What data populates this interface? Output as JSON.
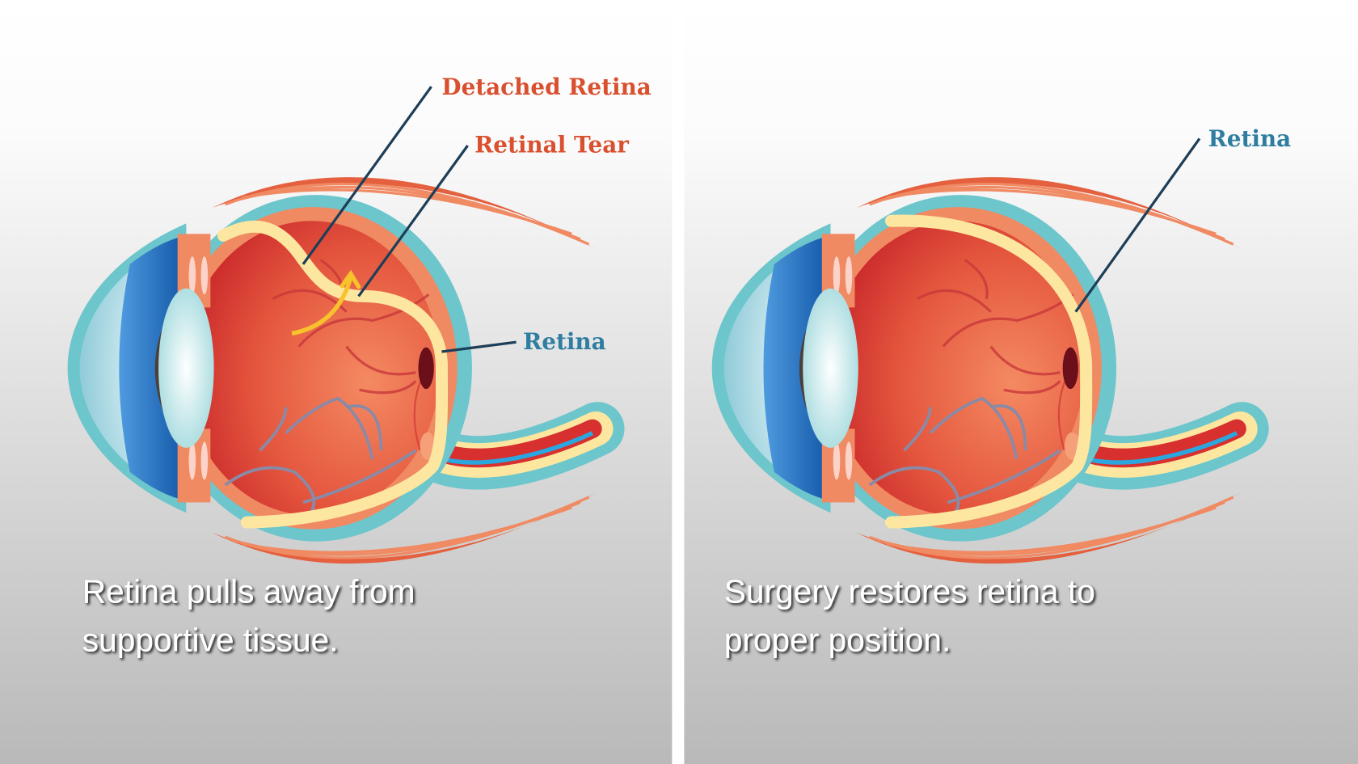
{
  "left_panel": {
    "labels": {
      "detached_retina": "Detached Retina",
      "retinal_tear": "Retinal Tear",
      "retina": "Retina"
    },
    "caption": [
      "Retina pulls away from",
      "supportive tissue."
    ]
  },
  "right_panel": {
    "labels": {
      "retina": "Retina"
    },
    "caption": [
      "Surgery restores retina to",
      "proper position."
    ]
  },
  "colors": {
    "warning_label": "#d9502f",
    "retina_label": "#2f7ea1",
    "leader_line": "#1d3e58",
    "retina": "#fde7a0",
    "sclera": "#6cc6cc"
  }
}
